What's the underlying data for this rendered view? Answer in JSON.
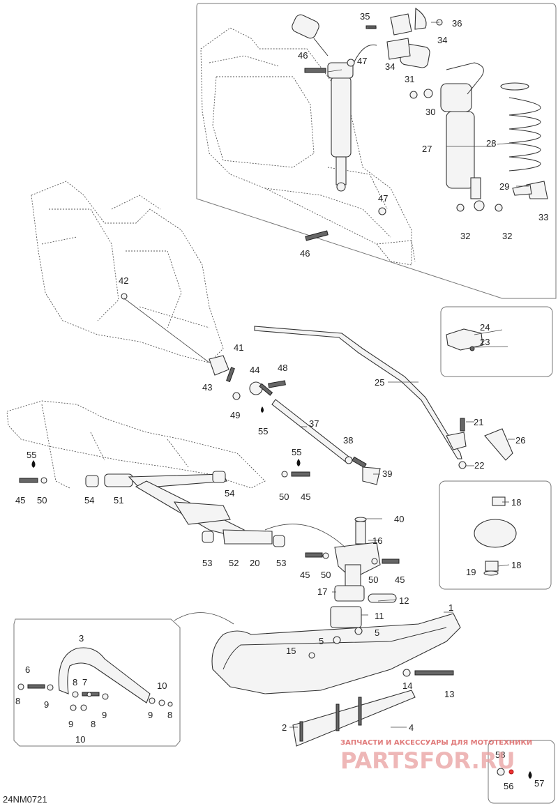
{
  "diagram_code": "24NM0721",
  "watermark": {
    "tagline": "ЗАПЧАСТИ И АКСЕССУАРЫ ДЛЯ МОТОТЕХНИКИ",
    "brand": "PARTSFOR.RU",
    "tagline_color": "#e07a7a",
    "brand_color": "#e9a0a0"
  },
  "callouts": {
    "p1": "1",
    "p2": "2",
    "p3": "3",
    "p4": "4",
    "p5a": "5",
    "p5b": "5",
    "p6": "6",
    "p7": "7",
    "p8a": "8",
    "p8b": "8",
    "p8c": "8",
    "p8d": "8",
    "p9a": "9",
    "p9b": "9",
    "p9c": "9",
    "p9d": "9",
    "p10a": "10",
    "p10b": "10",
    "p11": "11",
    "p12": "12",
    "p13": "13",
    "p14": "14",
    "p15": "15",
    "p16": "16",
    "p17": "17",
    "p18a": "18",
    "p18b": "18",
    "p19": "19",
    "p20": "20",
    "p21": "21",
    "p22": "22",
    "p23": "23",
    "p24": "24",
    "p25": "25",
    "p26": "26",
    "p27": "27",
    "p28": "28",
    "p29": "29",
    "p30": "30",
    "p31": "31",
    "p32a": "32",
    "p32b": "32",
    "p33": "33",
    "p34a": "34",
    "p34b": "34",
    "p35": "35",
    "p36": "36",
    "p37": "37",
    "p38": "38",
    "p39": "39",
    "p40": "40",
    "p41": "41",
    "p42": "42",
    "p43": "43",
    "p44": "44",
    "p45a": "45",
    "p45b": "45",
    "p45c": "45",
    "p45d": "45",
    "p46a": "46",
    "p46b": "46",
    "p47a": "47",
    "p47b": "47",
    "p48": "48",
    "p49": "49",
    "p50a": "50",
    "p50b": "50",
    "p50c": "50",
    "p50d": "50",
    "p51": "51",
    "p52": "52",
    "p53a": "53",
    "p53b": "53",
    "p54a": "54",
    "p54b": "54",
    "p55a": "55",
    "p55b": "55",
    "p55c": "55",
    "p56": "56",
    "p57": "57",
    "p58": "58"
  }
}
